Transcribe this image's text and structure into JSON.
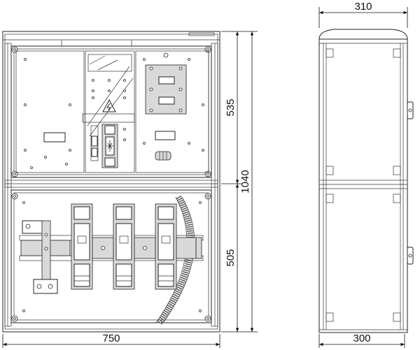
{
  "dimensions": {
    "front_width": "750",
    "total_height": "1040",
    "upper_height": "535",
    "lower_height": "505",
    "side_top_depth": "310",
    "side_bottom_depth": "300"
  }
}
